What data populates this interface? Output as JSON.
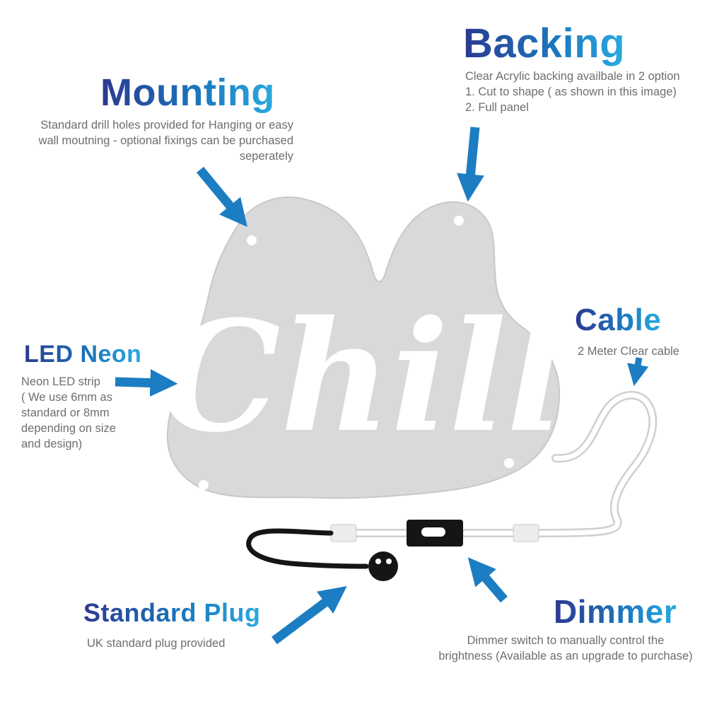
{
  "sign": {
    "word": "Chill"
  },
  "annotations": {
    "backing": {
      "title": "Backing",
      "lines": [
        "Clear Acrylic backing availbale in 2 option",
        "1. Cut to shape ( as shown in this image)",
        "2. Full panel"
      ]
    },
    "mounting": {
      "title": "Mounting",
      "lines": [
        "Standard drill holes provided for Hanging or easy",
        "wall moutning - optional fixings can be purchased",
        "seperately"
      ]
    },
    "led_neon": {
      "title": "LED Neon",
      "lines": [
        "Neon LED strip",
        "( We use 6mm as",
        "standard or 8mm",
        "depending on size",
        "and design)"
      ]
    },
    "cable": {
      "title": "Cable",
      "lines": [
        "2 Meter Clear cable"
      ]
    },
    "standard_plug": {
      "title": "Standard Plug",
      "lines": [
        "UK standard plug provided"
      ]
    },
    "dimmer": {
      "title": "Dimmer",
      "lines": [
        "Dimmer switch to manually control the",
        "brightness  (Available as an upgrade to purchase)"
      ]
    }
  },
  "colors": {
    "heading_gradient_start": "#2b3990",
    "heading_gradient_end": "#29aae1",
    "arrow_blue": "#1d7dc2",
    "body_text": "#6d6e71",
    "acrylic_backing": "#d8d9db",
    "neon_white": "#ffffff",
    "hardware_black": "#151515"
  }
}
